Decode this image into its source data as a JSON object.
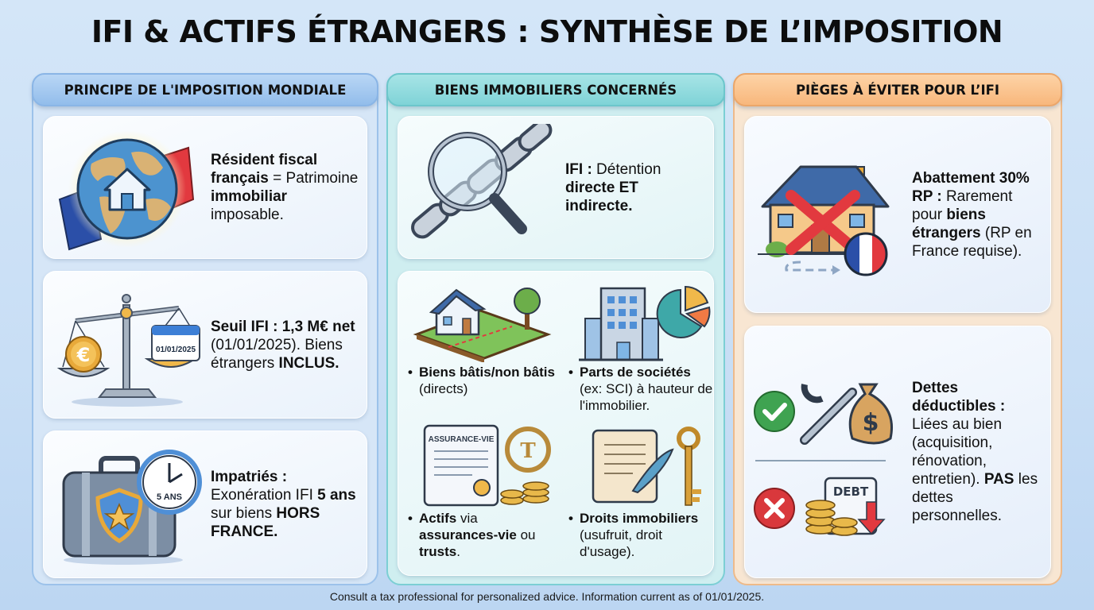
{
  "title": "IFI & ACTIFS ÉTRANGERS : SYNTHÈSE DE L’IMPOSITION",
  "columns": {
    "principle": {
      "header": "PRINCIPE DE L'IMPOSITION MONDIALE",
      "cards": [
        {
          "icon": "globe-house-flag-icon",
          "parts": [
            {
              "b": "Résident fiscal français"
            },
            {
              "t": " = Patrimoine "
            },
            {
              "b": "immobiliar"
            },
            {
              "t": " imposable."
            }
          ]
        },
        {
          "icon": "scale-euro-calendar-icon",
          "calendar_label": "01/01/2025",
          "parts": [
            {
              "b": "Seuil IFI : 1,3 M€ net"
            },
            {
              "t": " (01/01/2025). Biens étrangers "
            },
            {
              "b": "INCLUS."
            }
          ]
        },
        {
          "icon": "briefcase-shield-clock-icon",
          "clock_label": "5 ANS",
          "parts": [
            {
              "b": "Impatriés :"
            },
            {
              "t": " Exonération IFI "
            },
            {
              "b": "5 ans"
            },
            {
              "t": " sur biens "
            },
            {
              "b": "HORS FRANCE."
            }
          ]
        }
      ]
    },
    "properties": {
      "header": "BIENS IMMOBILIERS CONCERNÉS",
      "main_card": {
        "icon": "chain-magnifier-icon",
        "parts": [
          {
            "b": "IFI :"
          },
          {
            "t": " Détention "
          },
          {
            "b": "directe ET indirecte."
          }
        ]
      },
      "items": [
        {
          "icon": "house-land-icon",
          "parts": [
            {
              "b": "Biens bâtis/non bâtis"
            },
            {
              "t": " (directs)"
            }
          ]
        },
        {
          "icon": "building-pie-chart-icon",
          "parts": [
            {
              "b": "Parts de sociétés"
            },
            {
              "t": " (ex: SCI) à hauteur de l'immobilier."
            }
          ]
        },
        {
          "icon": "insurance-trust-coins-icon",
          "doc_label": "ASSURANCE-VIE",
          "parts": [
            {
              "b": "Actifs"
            },
            {
              "t": " via "
            },
            {
              "b": "assurances-vie"
            },
            {
              "t": " ou "
            },
            {
              "b": "trusts"
            },
            {
              "t": "."
            }
          ]
        },
        {
          "icon": "scroll-quill-key-icon",
          "parts": [
            {
              "b": "Droits immobiliers"
            },
            {
              "t": " (usufruit, droit d'usage)."
            }
          ]
        }
      ]
    },
    "pitfalls": {
      "header": "PIÈGES À ÉVITER POUR L’IFI",
      "cards": [
        {
          "icon": "house-cross-french-flag-icon",
          "parts": [
            {
              "b": "Abattement 30% RP :"
            },
            {
              "t": " Rarement pour "
            },
            {
              "b": "biens étrangers"
            },
            {
              "t": " (RP en France requise)."
            }
          ]
        },
        {
          "icon": "deductible-debts-icon",
          "debt_label": "DEBT",
          "parts": [
            {
              "b": "Dettes déductibles :"
            },
            {
              "t": " Liées au bien (acquisition, rénovation, entretien). "
            },
            {
              "b": "PAS"
            },
            {
              "t": " les dettes personnelles."
            }
          ]
        }
      ]
    }
  },
  "footer": "Consult a tax professional for personalized advice. Information current as of 01/01/2025.",
  "colors": {
    "blue_header": "#92bdeb",
    "teal_header": "#7fd3d7",
    "orange_header": "#f8b77c",
    "french_blue": "#2b4fa8",
    "french_red": "#e2393f",
    "gold": "#e8a93a",
    "check_green": "#3fa351",
    "cross_red": "#d9383c"
  }
}
